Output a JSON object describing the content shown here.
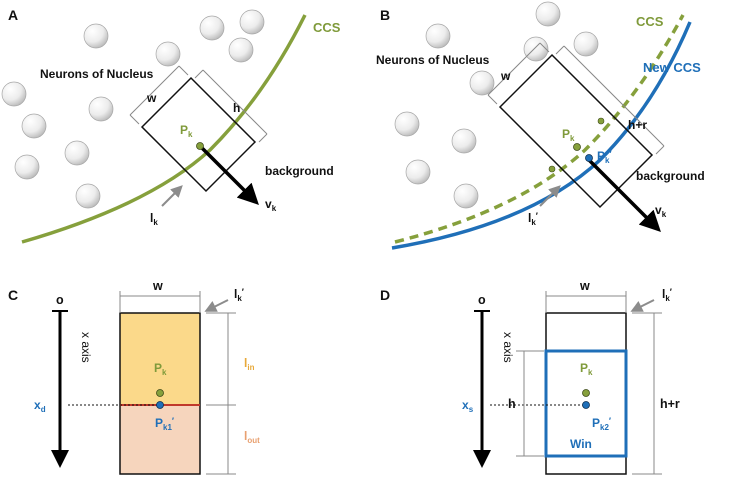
{
  "panels": {
    "a": "A",
    "b": "B",
    "c": "C",
    "d": "D"
  },
  "panelA": {
    "ccs": "CCS",
    "neurons": "Neurons of Nucleus",
    "background": "background",
    "w": "w",
    "h": "h",
    "p": "P",
    "p_sub": "k",
    "l": "l",
    "l_sub": "k",
    "v": "v",
    "v_sub": "k"
  },
  "panelB": {
    "ccs": "CCS",
    "new_ccs": "New CCS",
    "neurons": "Neurons of Nucleus",
    "background": "background",
    "w": "w",
    "hr": "h+r",
    "p": "P",
    "p_sub": "k",
    "pp": "P",
    "pp_sub": "k",
    "pp_prime": "′",
    "l": "l",
    "l_sub": "k",
    "l_prime": "′",
    "v": "v",
    "v_sub": "k"
  },
  "panelC": {
    "o": "o",
    "xaxis": "x axis",
    "xd": "x",
    "xd_sub": "d",
    "w": "w",
    "l": "l",
    "l_sub": "k",
    "l_prime": "′",
    "p": "P",
    "p_sub": "k",
    "pk1": "P",
    "pk1_sub": "k1",
    "pk1_prime": "′",
    "lin": "l",
    "lin_sub": "in",
    "lout": "l",
    "lout_sub": "out"
  },
  "panelD": {
    "o": "o",
    "xaxis": "x axis",
    "xs": "x",
    "xs_sub": "s",
    "w": "w",
    "l": "l",
    "l_sub": "k",
    "l_prime": "′",
    "h": "h",
    "hr": "h+r",
    "p": "P",
    "p_sub": "k",
    "pk2": "P",
    "pk2_sub": "k2",
    "pk2_prime": "′",
    "win": "Win"
  },
  "colors": {
    "ccs_green": "#7f9a3a",
    "new_ccs_blue": "#1f6fb8",
    "lin_fill": "#fbd98a",
    "lout_fill": "#f6d5bd",
    "lin_text": "#e8a93a",
    "lout_text": "#e8a070",
    "boundary_red": "#c0392b"
  }
}
